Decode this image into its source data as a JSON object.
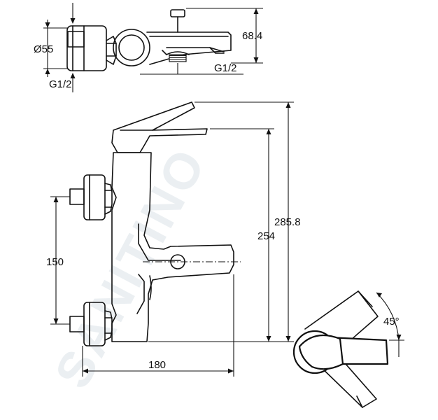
{
  "watermark": "SANITINO",
  "dimensions": {
    "top_view_diameter": "Ø55",
    "top_view_height": "68.4",
    "top_view_thread_left": "G1/2",
    "top_view_thread_right": "G1/2",
    "total_height": "285.8",
    "spout_height": "254",
    "inlet_spacing": "150",
    "projection": "180",
    "lever_angle": "45°"
  },
  "colors": {
    "line": "#111111",
    "watermark": "#c8d3db"
  }
}
